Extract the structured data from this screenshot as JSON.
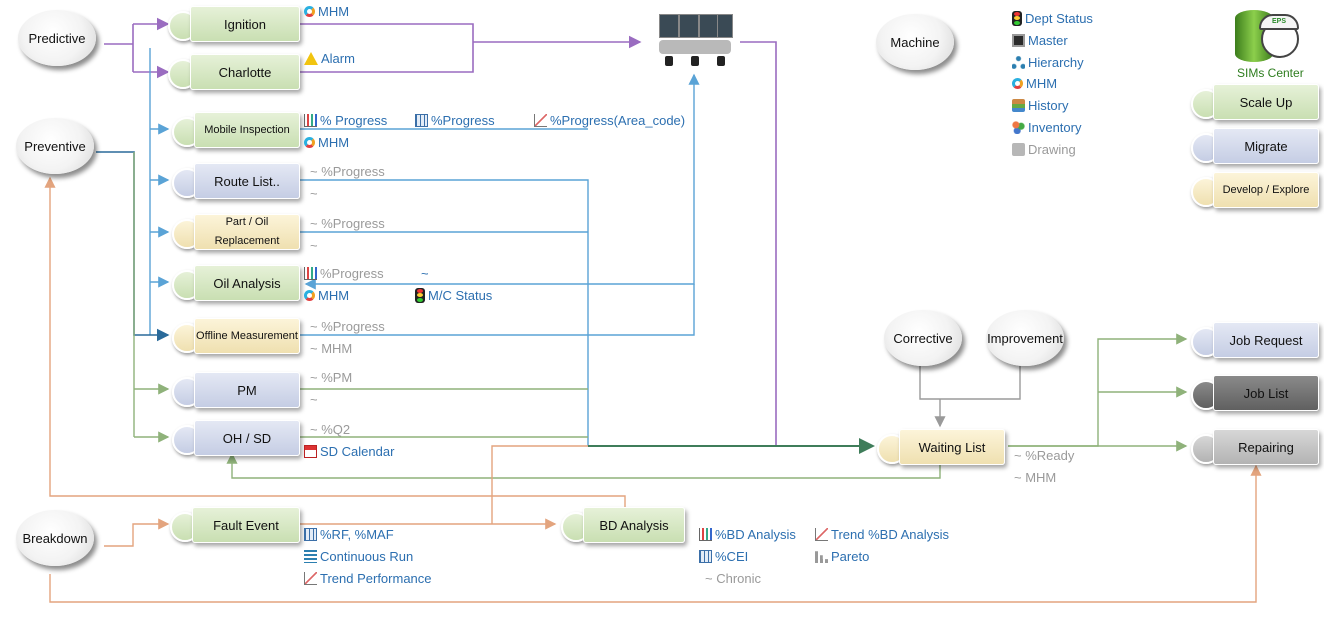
{
  "categories": {
    "predictive": "Predictive",
    "preventive": "Preventive",
    "breakdown": "Breakdown",
    "machine": "Machine",
    "corrective": "Corrective",
    "improvement": "Improvement"
  },
  "nodes": {
    "ignition": "Ignition",
    "charlotte": "Charlotte",
    "mobile_inspection": "Mobile Inspection",
    "route_list": "Route List..",
    "part_oil": "Part / Oil Replacement",
    "oil_analysis": "Oil Analysis",
    "offline_measurement": "Offline Measurement",
    "pm": "PM",
    "oh_sd": "OH / SD",
    "fault_event": "Fault Event",
    "bd_analysis": "BD Analysis",
    "waiting_list": "Waiting List",
    "job_request": "Job Request",
    "job_list": "Job List",
    "repairing": "Repairing",
    "scale_up": "Scale Up",
    "migrate": "Migrate",
    "develop_explore": "Develop / Explore"
  },
  "labels": {
    "ignition_mhm": "MHM",
    "charlotte_alarm": "Alarm",
    "mi_progress1": "% Progress",
    "mi_progress2": "%Progress",
    "mi_progress3": "%Progress(Area_code)",
    "mi_mhm": "MHM",
    "rl_progress": "~ %Progress",
    "rl_tilde": "~",
    "po_progress": "~ %Progress",
    "po_tilde": "~",
    "oa_progress": "%Progress",
    "oa_tilde": "~",
    "oa_mhm": "MHM",
    "oa_mc_status": "M/C Status",
    "om_progress": "~ %Progress",
    "om_mhm": "~ MHM",
    "pm_pm": "~ %PM",
    "pm_tilde": "~",
    "oh_q2": "~ %Q2",
    "oh_calendar": "SD Calendar",
    "wl_ready": "~ %Ready",
    "wl_mhm": "~ MHM",
    "fe_rf": "%RF, %MAF",
    "fe_continuous": "Continuous Run",
    "fe_trend": "Trend Performance",
    "bd_analysis": "%BD Analysis",
    "bd_trend": "Trend %BD Analysis",
    "bd_cei": "%CEI",
    "bd_pareto": "Pareto",
    "bd_chronic": "~ Chronic"
  },
  "menu": [
    {
      "label": "Dept Status",
      "icon": "traffic-light-icon"
    },
    {
      "label": "Master",
      "icon": "monitor-icon"
    },
    {
      "label": "Hierarchy",
      "icon": "hierarchy-icon"
    },
    {
      "label": "MHM",
      "icon": "donut-chart-icon"
    },
    {
      "label": "History",
      "icon": "history-icon"
    },
    {
      "label": "Inventory",
      "icon": "inventory-icon"
    },
    {
      "label": "Drawing",
      "icon": "drawing-icon"
    }
  ],
  "sims_center": {
    "title": "SIMs Center",
    "logo_text": "EPS"
  },
  "colors": {
    "purple_line": "#9a6cc0",
    "blue_line": "#5aa3d6",
    "darkblue_line": "#2a6a9a",
    "green_line": "#8fb27a",
    "darkgreen_line": "#3f7d5a",
    "orange_line": "#e3a47e",
    "gray_arrow": "#9a9a9a",
    "link_blue": "#2c6fb0"
  }
}
